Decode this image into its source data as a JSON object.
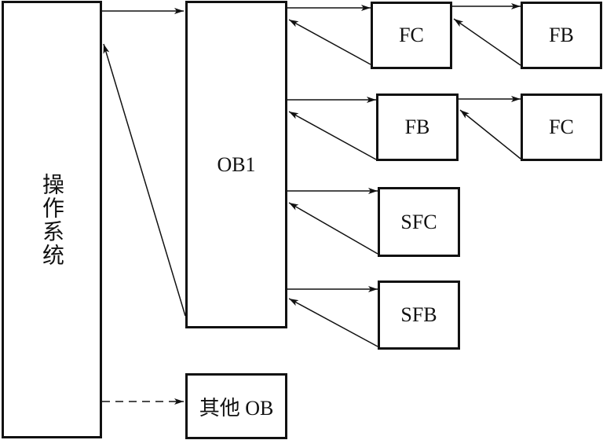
{
  "diagram": {
    "nodes": {
      "os": "操作系统",
      "ob1": "OB1",
      "other_ob": "其他 OB",
      "fc_top": "FC",
      "fb_top_right": "FB",
      "fb_mid": "FB",
      "fc_mid_right": "FC",
      "sfc": "SFC",
      "sfb": "SFB"
    },
    "edges": [
      {
        "from": "os",
        "to": "ob1",
        "style": "solid",
        "direction": "call"
      },
      {
        "from": "ob1",
        "to": "os",
        "style": "solid",
        "direction": "return"
      },
      {
        "from": "os",
        "to": "other_ob",
        "style": "dashed",
        "direction": "call"
      },
      {
        "from": "ob1",
        "to": "fc_top",
        "style": "solid",
        "direction": "call"
      },
      {
        "from": "fc_top",
        "to": "ob1",
        "style": "solid",
        "direction": "return"
      },
      {
        "from": "fc_top",
        "to": "fb_top_right",
        "style": "solid",
        "direction": "call"
      },
      {
        "from": "fb_top_right",
        "to": "fc_top",
        "style": "solid",
        "direction": "return"
      },
      {
        "from": "ob1",
        "to": "fb_mid",
        "style": "solid",
        "direction": "call"
      },
      {
        "from": "fb_mid",
        "to": "ob1",
        "style": "solid",
        "direction": "return"
      },
      {
        "from": "fb_mid",
        "to": "fc_mid_right",
        "style": "solid",
        "direction": "call"
      },
      {
        "from": "fc_mid_right",
        "to": "fb_mid",
        "style": "solid",
        "direction": "return"
      },
      {
        "from": "ob1",
        "to": "sfc",
        "style": "solid",
        "direction": "call"
      },
      {
        "from": "sfc",
        "to": "ob1",
        "style": "solid",
        "direction": "return"
      },
      {
        "from": "ob1",
        "to": "sfb",
        "style": "solid",
        "direction": "call"
      },
      {
        "from": "sfb",
        "to": "ob1",
        "style": "solid",
        "direction": "return"
      }
    ]
  }
}
